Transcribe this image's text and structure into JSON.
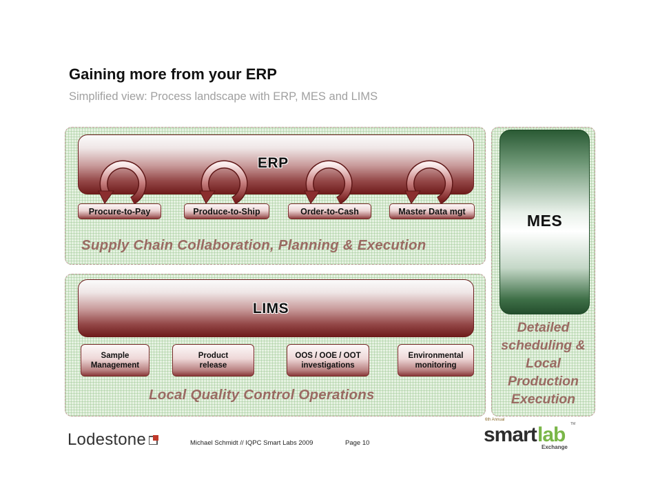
{
  "slide": {
    "title": "Gaining more from your ERP",
    "subtitle": "Simplified view: Process landscape with ERP, MES and LIMS"
  },
  "erp": {
    "label": "ERP",
    "processes": [
      "Procure-to-Pay",
      "Produce-to-Ship",
      "Order-to-Cash",
      "Master Data mgt"
    ],
    "zone_caption": "Supply Chain Collaboration, Planning & Execution"
  },
  "lims": {
    "label": "LIMS",
    "modules": [
      {
        "line1": "Sample",
        "line2": "Management"
      },
      {
        "line1": "Product",
        "line2": "release"
      },
      {
        "line1": "OOS / OOE / OOT",
        "line2": "investigations"
      },
      {
        "line1": "Environmental",
        "line2": "monitoring"
      }
    ],
    "zone_caption": "Local Quality Control Operations"
  },
  "mes": {
    "label": "MES",
    "description_lines": [
      "Detailed",
      "scheduling &",
      "Local",
      "Production",
      "Execution"
    ]
  },
  "footer": {
    "lodestone_logo_text": "Lodestone",
    "author": "Michael Schmidt // IQPC Smart Labs 2009",
    "page": "Page 10",
    "smartlab_logo": {
      "annual": "6th Annual",
      "smart": "smart",
      "lab": "lab",
      "exchange": "Exchange",
      "tm": "TM"
    }
  },
  "colors": {
    "erp_lims_red": "#6f1c1c",
    "mes_green": "#244e2d",
    "caption_brown": "#9a6a62",
    "zone_green": "#e6f2e2",
    "lodestone_red": "#c0392b",
    "smartlab_green": "#7ab648"
  },
  "icons": [
    "cycle-arrow-icon",
    "lodestone-mark-icon"
  ]
}
